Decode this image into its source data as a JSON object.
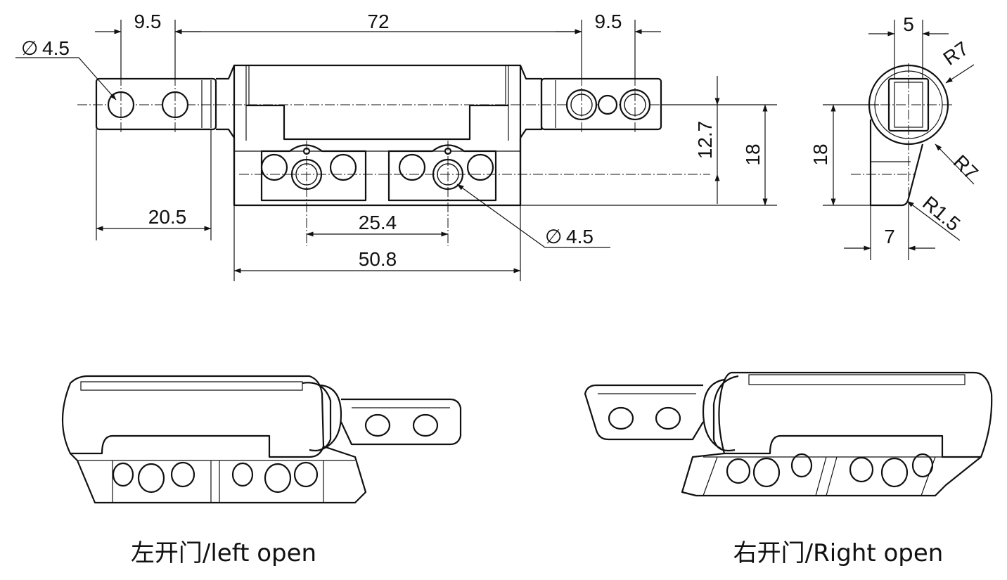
{
  "figure": {
    "front_view": {
      "dims": {
        "d_top_left": "9.5",
        "d_top_mid": "72",
        "d_top_right": "9.5",
        "d_hole_left": "4.5",
        "d_hole_right": "4.5",
        "d_w1": "20.5",
        "d_w2": "25.4",
        "d_w3": "50.8",
        "d_h1": "12.7",
        "d_h2": "18"
      },
      "diameter_symbol": "∅"
    },
    "side_view": {
      "dims": {
        "d_top": "5",
        "d_r1": "R7",
        "d_r2": "R7",
        "d_r3": "R1.5",
        "d_h": "18",
        "d_w": "7"
      }
    },
    "captions": {
      "left": "左开门/left open",
      "right": "右开门/Right open"
    }
  }
}
